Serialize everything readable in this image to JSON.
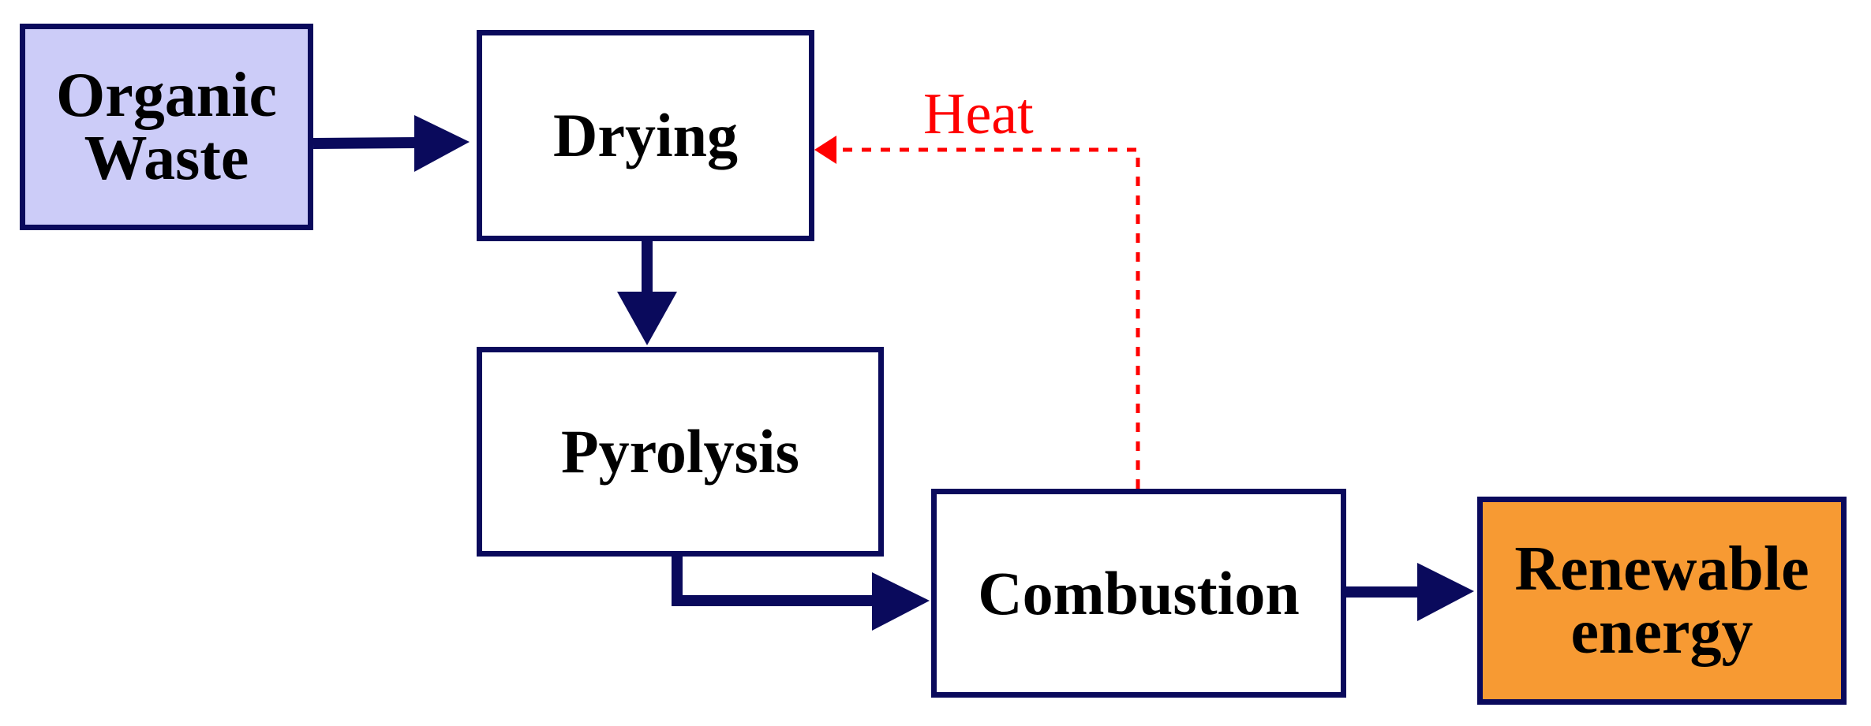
{
  "nodes": {
    "organic_waste": {
      "label": "Organic\nWaste",
      "fill": "#ccccf8"
    },
    "drying": {
      "label": "Drying",
      "fill": "#ffffff"
    },
    "pyrolysis": {
      "label": "Pyrolysis",
      "fill": "#ffffff"
    },
    "combustion": {
      "label": "Combustion",
      "fill": "#ffffff"
    },
    "renewable_energy": {
      "label": "Renewable\nenergy",
      "fill": "#f79a33"
    }
  },
  "edges": {
    "heat_label": "Heat"
  },
  "colors": {
    "box_border": "#0a0a5c",
    "arrow": "#0a0a5c",
    "heat": "#ff0000"
  }
}
